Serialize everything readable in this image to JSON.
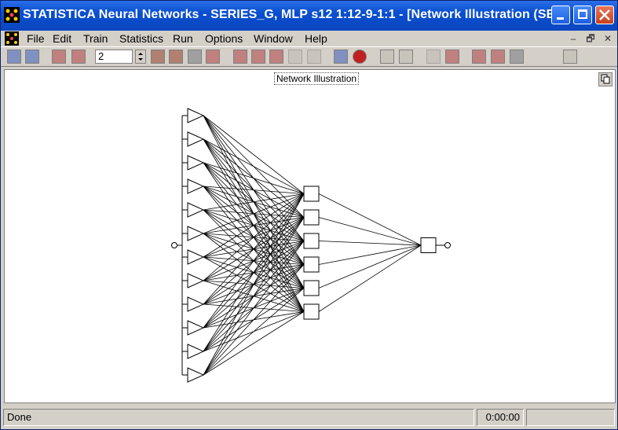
{
  "window": {
    "title": "STATISTICA Neural Networks - SERIES_G, MLP s12 1:12-9-1:1 - [Network Illustration (SE...",
    "minimize_glyph": "_",
    "maximize_glyph": "□",
    "close_glyph": "✕"
  },
  "menu": {
    "items": [
      {
        "label": "File"
      },
      {
        "label": "Edit"
      },
      {
        "label": "Train"
      },
      {
        "label": "Statistics"
      },
      {
        "label": "Run"
      },
      {
        "label": "Options"
      },
      {
        "label": "Window"
      },
      {
        "label": "Help"
      }
    ],
    "doc_minimize": "–",
    "doc_restore": "🗗",
    "doc_close": "✕"
  },
  "toolbar": {
    "spin_value": "2"
  },
  "canvas": {
    "label": "Network Illustration"
  },
  "network": {
    "input_count": 12,
    "hidden_count": 6,
    "output_count": 1,
    "line_color": "#000000"
  },
  "status": {
    "message": "Done",
    "time": "0:00:00"
  },
  "colors": {
    "titlebar": "#0b46c0",
    "face": "#d4d0c8",
    "canvas_bg": "#ffffff"
  }
}
